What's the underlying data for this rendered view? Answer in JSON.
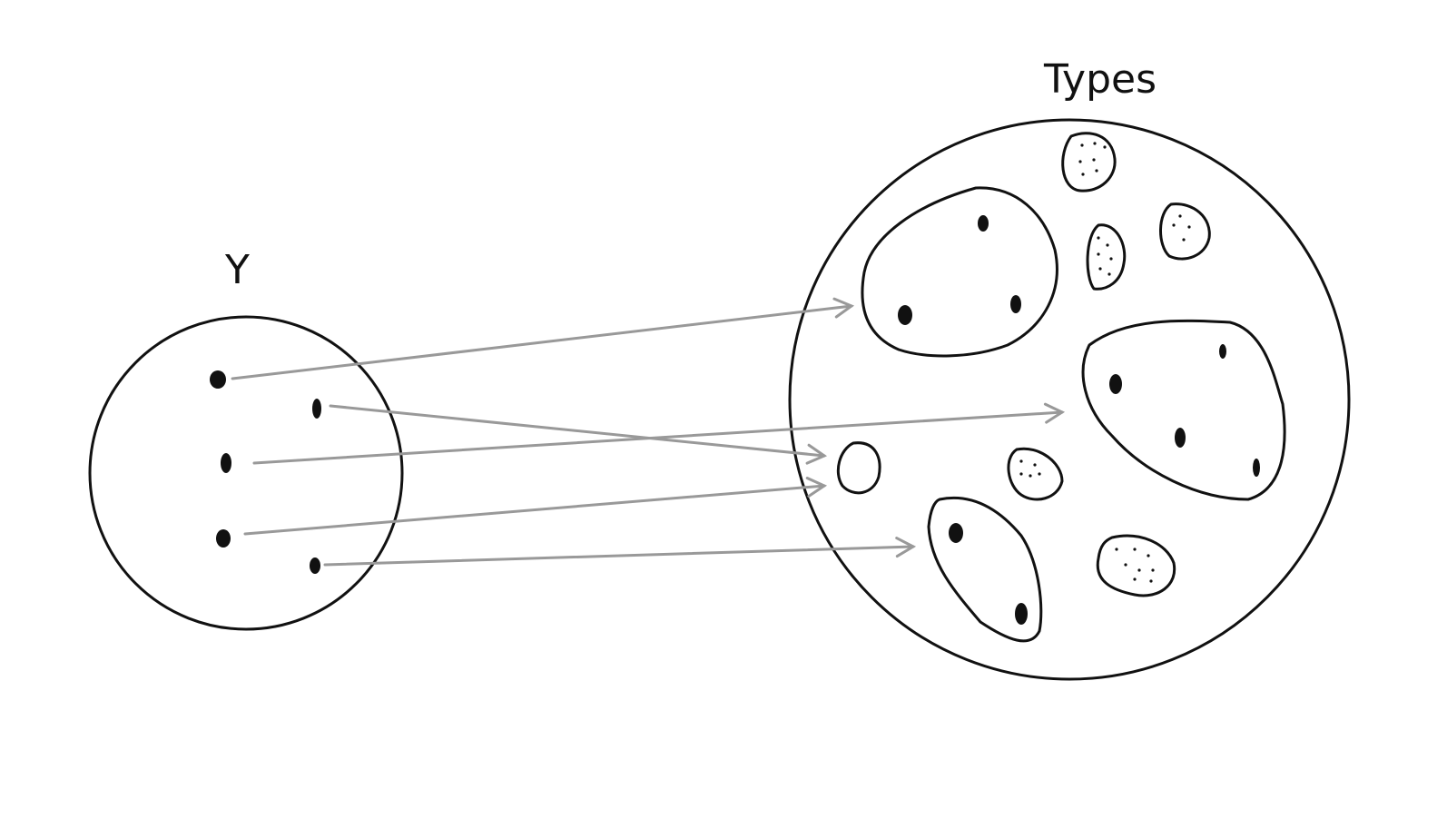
{
  "diagram": {
    "left_set_label": "Y",
    "right_set_label": "Types",
    "colors": {
      "ink": "#111111",
      "arrow": "#999999",
      "background": "#ffffff"
    },
    "style": "hand-drawn",
    "left_set_elements": 5,
    "mappings": [
      {
        "from": "element-1",
        "to": "type-blob-three-dots-top-left"
      },
      {
        "from": "element-2",
        "to": "type-small-empty-blob"
      },
      {
        "from": "element-3",
        "to": "type-blob-four-dots-right"
      },
      {
        "from": "element-4",
        "to": "type-small-empty-blob"
      },
      {
        "from": "element-5",
        "to": "type-blob-two-dots-bottom"
      }
    ]
  }
}
